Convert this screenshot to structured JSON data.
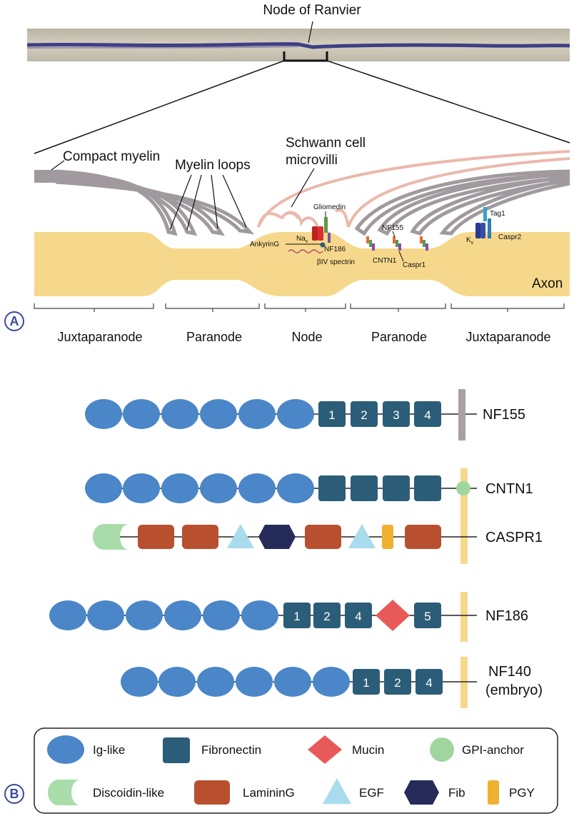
{
  "colors": {
    "axon": "#f6d88c",
    "myelin": "#a09a9e",
    "microvilli": "#ecb8ac",
    "ig_like": "#4a86c8",
    "fibronectin": "#2b5d78",
    "mucin": "#e85a5a",
    "gpi_anchor": "#9fd69f",
    "discoidin_like": "#a8dca8",
    "laminin_g": "#b85030",
    "egf": "#a8dcec",
    "fib": "#262c5a",
    "pgy": "#f0b030",
    "nf155_anchor": "#a7a1a5",
    "membrane": "#f6d88c",
    "badge": "#3a4aa0"
  },
  "panel_a": {
    "badge": "A",
    "node_of_ranvier": "Node of Ranvier",
    "compact_myelin": "Compact myelin",
    "myelin_loops": "Myelin loops",
    "schwann_line1": "Schwann cell",
    "schwann_line2": "microvilli",
    "axon": "Axon",
    "gliomedin": "Gliomedin",
    "nav": "Na",
    "nav_sub": "v",
    "ankyring": "AnkyrinG",
    "nf186": "NF186",
    "biv_spectrin": "βIV spectrin",
    "nf155": "NF155",
    "cntn1": "CNTN1",
    "caspr1": "Caspr1",
    "tag1": "Tag1",
    "kv": "K",
    "kv_sub": "v",
    "caspr2": "Caspr2",
    "regions": [
      "Juxtaparanode",
      "Paranode",
      "Node",
      "Paranode",
      "Juxtaparanode"
    ]
  },
  "panel_b": {
    "badge": "B",
    "proteins": [
      {
        "name": "NF155",
        "fn_labels": [
          "1",
          "2",
          "3",
          "4"
        ]
      },
      {
        "name": "CNTN1",
        "fn_labels": [
          "",
          "",
          "",
          ""
        ]
      },
      {
        "name": "CASPR1"
      },
      {
        "name": "NF186",
        "fn_labels": [
          "1",
          "2",
          "4",
          "5"
        ]
      },
      {
        "name": "NF140 (embryo)",
        "name_line1": "NF140",
        "name_line2": "(embryo)",
        "fn_labels": [
          "1",
          "2",
          "4"
        ]
      }
    ],
    "legend": [
      {
        "label": "Ig-like",
        "icon": "ellipse"
      },
      {
        "label": "Fibronectin",
        "icon": "rounded-square"
      },
      {
        "label": "Mucin",
        "icon": "diamond"
      },
      {
        "label": "GPI-anchor",
        "icon": "circle"
      },
      {
        "label": "Discoidin-like",
        "icon": "half-capsule"
      },
      {
        "label": "LamininG",
        "icon": "rounded-rectangle"
      },
      {
        "label": "EGF",
        "icon": "triangle"
      },
      {
        "label": "Fib",
        "icon": "hexagon"
      },
      {
        "label": "PGY",
        "icon": "small-rectangle"
      }
    ]
  }
}
